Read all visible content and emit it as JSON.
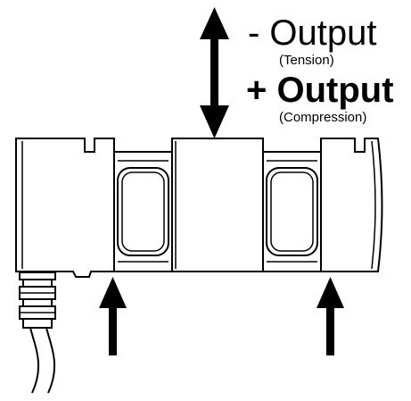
{
  "labels": {
    "minus_output": "- Output",
    "tension": "(Tension)",
    "plus_output": "+ Output",
    "compression": "(Compression)"
  },
  "colors": {
    "ink": "#000000",
    "background": "#ffffff"
  },
  "icons": {
    "vertical_arrow": "double-headed-arrow",
    "support_arrows": "up-arrow"
  }
}
